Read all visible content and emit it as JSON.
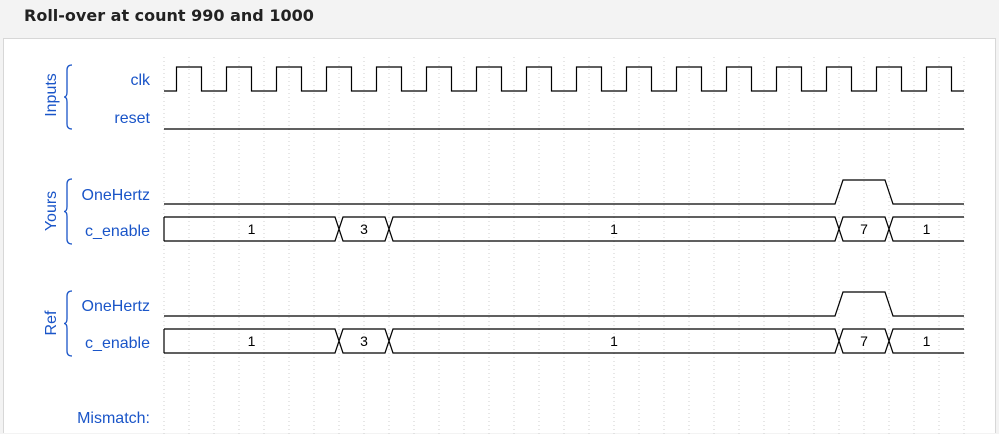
{
  "title": "Roll-over at count 990 and 1000",
  "groups": [
    {
      "label": "Inputs",
      "signals": [
        "clk",
        "reset"
      ]
    },
    {
      "label": "Yours",
      "signals": [
        "OneHertz",
        "c_enable"
      ]
    },
    {
      "label": "Ref",
      "signals": [
        "OneHertz",
        "c_enable"
      ]
    }
  ],
  "mismatch_label": "Mismatch:",
  "waveforms": {
    "clk": {
      "type": "clock",
      "cycles": 16
    },
    "reset": {
      "type": "bit",
      "segments": [
        [
          0,
          32,
          0
        ]
      ]
    },
    "yours_onehertz": {
      "type": "bit",
      "segments": [
        [
          0,
          27,
          0
        ],
        [
          27,
          29,
          1
        ],
        [
          29,
          32,
          0
        ]
      ]
    },
    "yours_c_enable": {
      "type": "bus",
      "segments": [
        {
          "start": 0,
          "end": 7,
          "value": "1"
        },
        {
          "start": 7,
          "end": 9,
          "value": "3"
        },
        {
          "start": 9,
          "end": 27,
          "value": "1"
        },
        {
          "start": 27,
          "end": 29,
          "value": "7"
        },
        {
          "start": 29,
          "end": 32,
          "value": "1"
        }
      ]
    },
    "ref_onehertz": {
      "type": "bit",
      "segments": [
        [
          0,
          27,
          0
        ],
        [
          27,
          29,
          1
        ],
        [
          29,
          32,
          0
        ]
      ]
    },
    "ref_c_enable": {
      "type": "bus",
      "segments": [
        {
          "start": 0,
          "end": 7,
          "value": "1"
        },
        {
          "start": 7,
          "end": 9,
          "value": "3"
        },
        {
          "start": 9,
          "end": 27,
          "value": "1"
        },
        {
          "start": 27,
          "end": 29,
          "value": "7"
        },
        {
          "start": 29,
          "end": 32,
          "value": "1"
        }
      ]
    }
  }
}
